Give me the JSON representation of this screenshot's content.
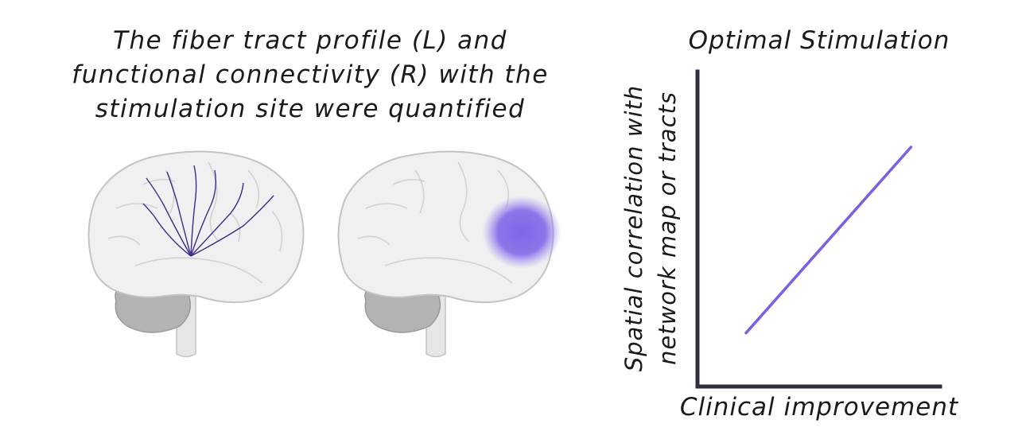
{
  "caption": {
    "line1": "The fiber tract profile (L) and",
    "line2": "functional connectivity (R) with the",
    "line3": "stimulation site were quantified"
  },
  "colors": {
    "accent": "#7b5ee8",
    "fiber": "#3a2e8c",
    "brain_fill": "#f0f0f0",
    "brain_outline": "#c4c4c4",
    "cerebellum": "#b3b3b3",
    "axis": "#2e2e3a"
  },
  "chart_data": {
    "type": "line",
    "title": "Optimal Stimulation",
    "xlabel": "Clinical improvement",
    "ylabel_lines": [
      "Spatial correlation with",
      "network map or tracts"
    ],
    "series": [
      {
        "x": [
          0.2,
          0.88
        ],
        "y": [
          0.17,
          0.76
        ]
      }
    ],
    "xlim": [
      0,
      1
    ],
    "ylim": [
      0,
      1
    ],
    "grid": false,
    "ticks": false
  }
}
